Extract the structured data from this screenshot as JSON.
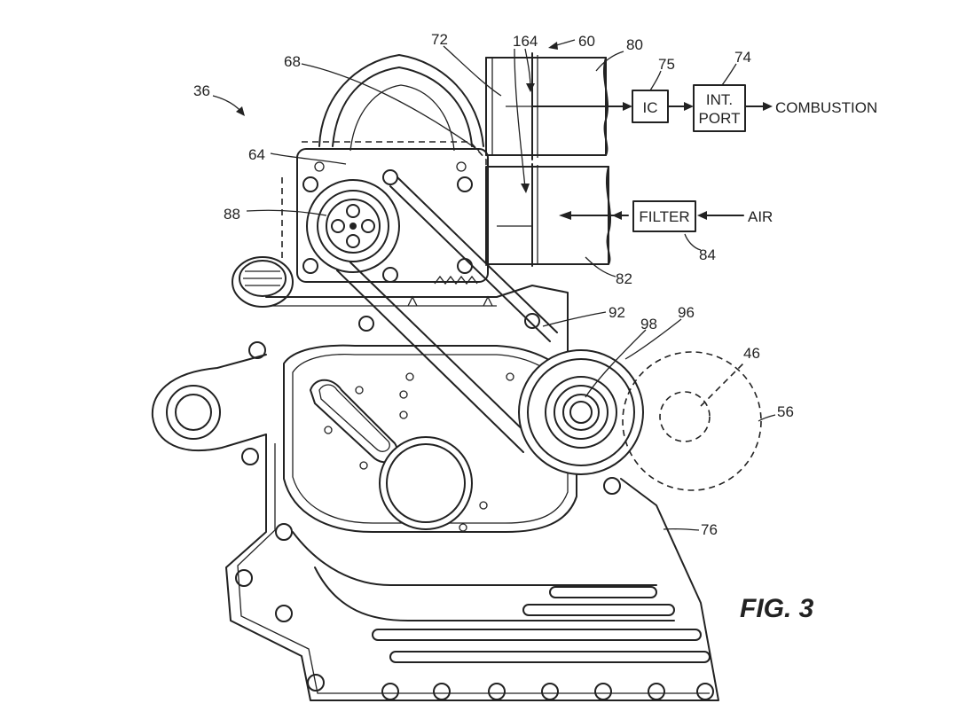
{
  "figure_label": "FIG. 3",
  "ref_numerals": {
    "n36": "36",
    "n68": "68",
    "n72": "72",
    "n164": "164",
    "n60": "60",
    "n80": "80",
    "n75": "75",
    "n74": "74",
    "n64": "64",
    "n88": "88",
    "n84": "84",
    "n82": "82",
    "n92": "92",
    "n98": "98",
    "n96": "96",
    "n46": "46",
    "n56": "56",
    "n76": "76"
  },
  "flow_boxes": {
    "ic": "IC",
    "int_port_line1": "INT.",
    "int_port_line2": "PORT",
    "filter": "FILTER"
  },
  "flow_labels": {
    "combustion": "COMBUSTION",
    "air": "AIR"
  }
}
